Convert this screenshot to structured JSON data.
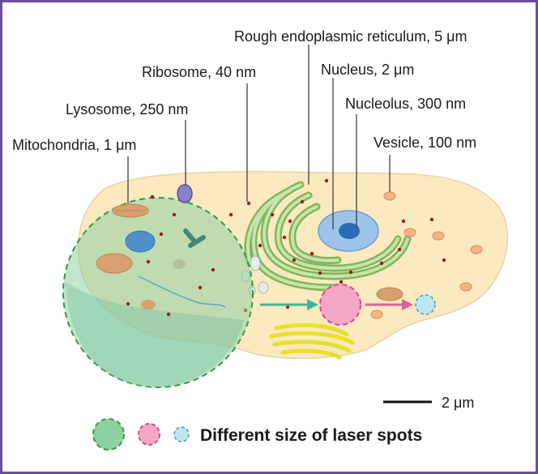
{
  "labels": {
    "rer": "Rough endoplasmic reticulum, 5 μm",
    "ribosome": "Ribosome, 40 nm",
    "nucleus": "Nucleus, 2 μm",
    "lysosome": "Lysosome, 250 nm",
    "nucleolus": "Nucleolus, 300 nm",
    "mitochondria": "Mitochondria, 1 μm",
    "vesicle": "Vesicle, 100 nm"
  },
  "scale_bar": {
    "text": "2 μm"
  },
  "legend": {
    "text": "Different size of laser spots"
  },
  "colors": {
    "border": "#6b4f9c",
    "cytoplasm": "#fbe9c0",
    "rer": "#9cc97a",
    "nucleus": "#9ec3e8",
    "nucleolus": "#2a6db5",
    "laser_large": "#8fd0a0",
    "laser_medium": "#f3a7c4",
    "laser_small": "#bfe6ee",
    "golgi": "#f1e84a"
  }
}
